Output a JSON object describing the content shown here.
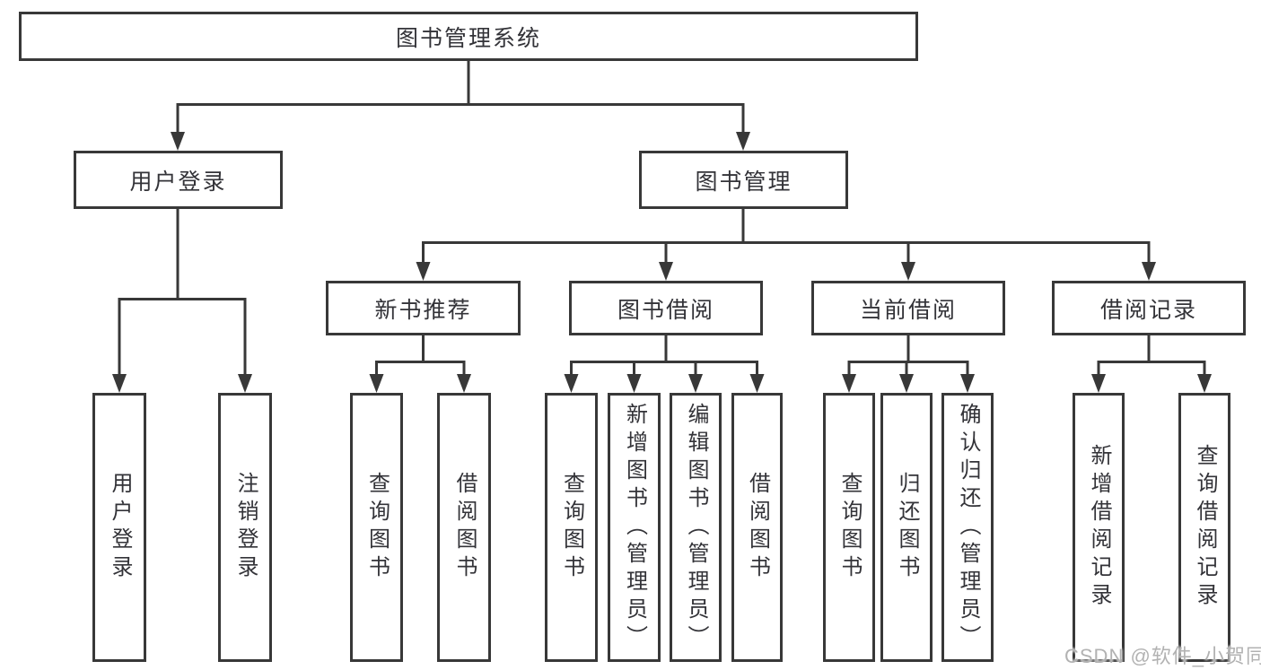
{
  "diagram": {
    "tree": {
      "root": {
        "label": "图书管理系统",
        "children": [
          {
            "label": "用户登录",
            "children": [
              {
                "label": "用户登录"
              },
              {
                "label": "注销登录"
              }
            ]
          },
          {
            "label": "图书管理",
            "children": [
              {
                "label": "新书推荐",
                "children": [
                  {
                    "label": "查询图书"
                  },
                  {
                    "label": "借阅图书"
                  }
                ]
              },
              {
                "label": "图书借阅",
                "children": [
                  {
                    "label": "查询图书"
                  },
                  {
                    "label": "新增图书（管理员）"
                  },
                  {
                    "label": "编辑图书（管理员）"
                  },
                  {
                    "label": "借阅图书"
                  }
                ]
              },
              {
                "label": "当前借阅",
                "children": [
                  {
                    "label": "查询图书"
                  },
                  {
                    "label": "归还图书"
                  },
                  {
                    "label": "确认归还（管理员）"
                  }
                ]
              },
              {
                "label": "借阅记录",
                "children": [
                  {
                    "label": "新增借阅记录"
                  },
                  {
                    "label": "查询借阅记录"
                  }
                ]
              }
            ]
          }
        ]
      }
    },
    "colors": {
      "line": "#383838",
      "box_border": "#383838",
      "text": "#333338",
      "background": "#ffffff",
      "watermark": "#b2b2b2"
    }
  },
  "watermark": {
    "text": "CSDN @软件_小贺同学"
  }
}
